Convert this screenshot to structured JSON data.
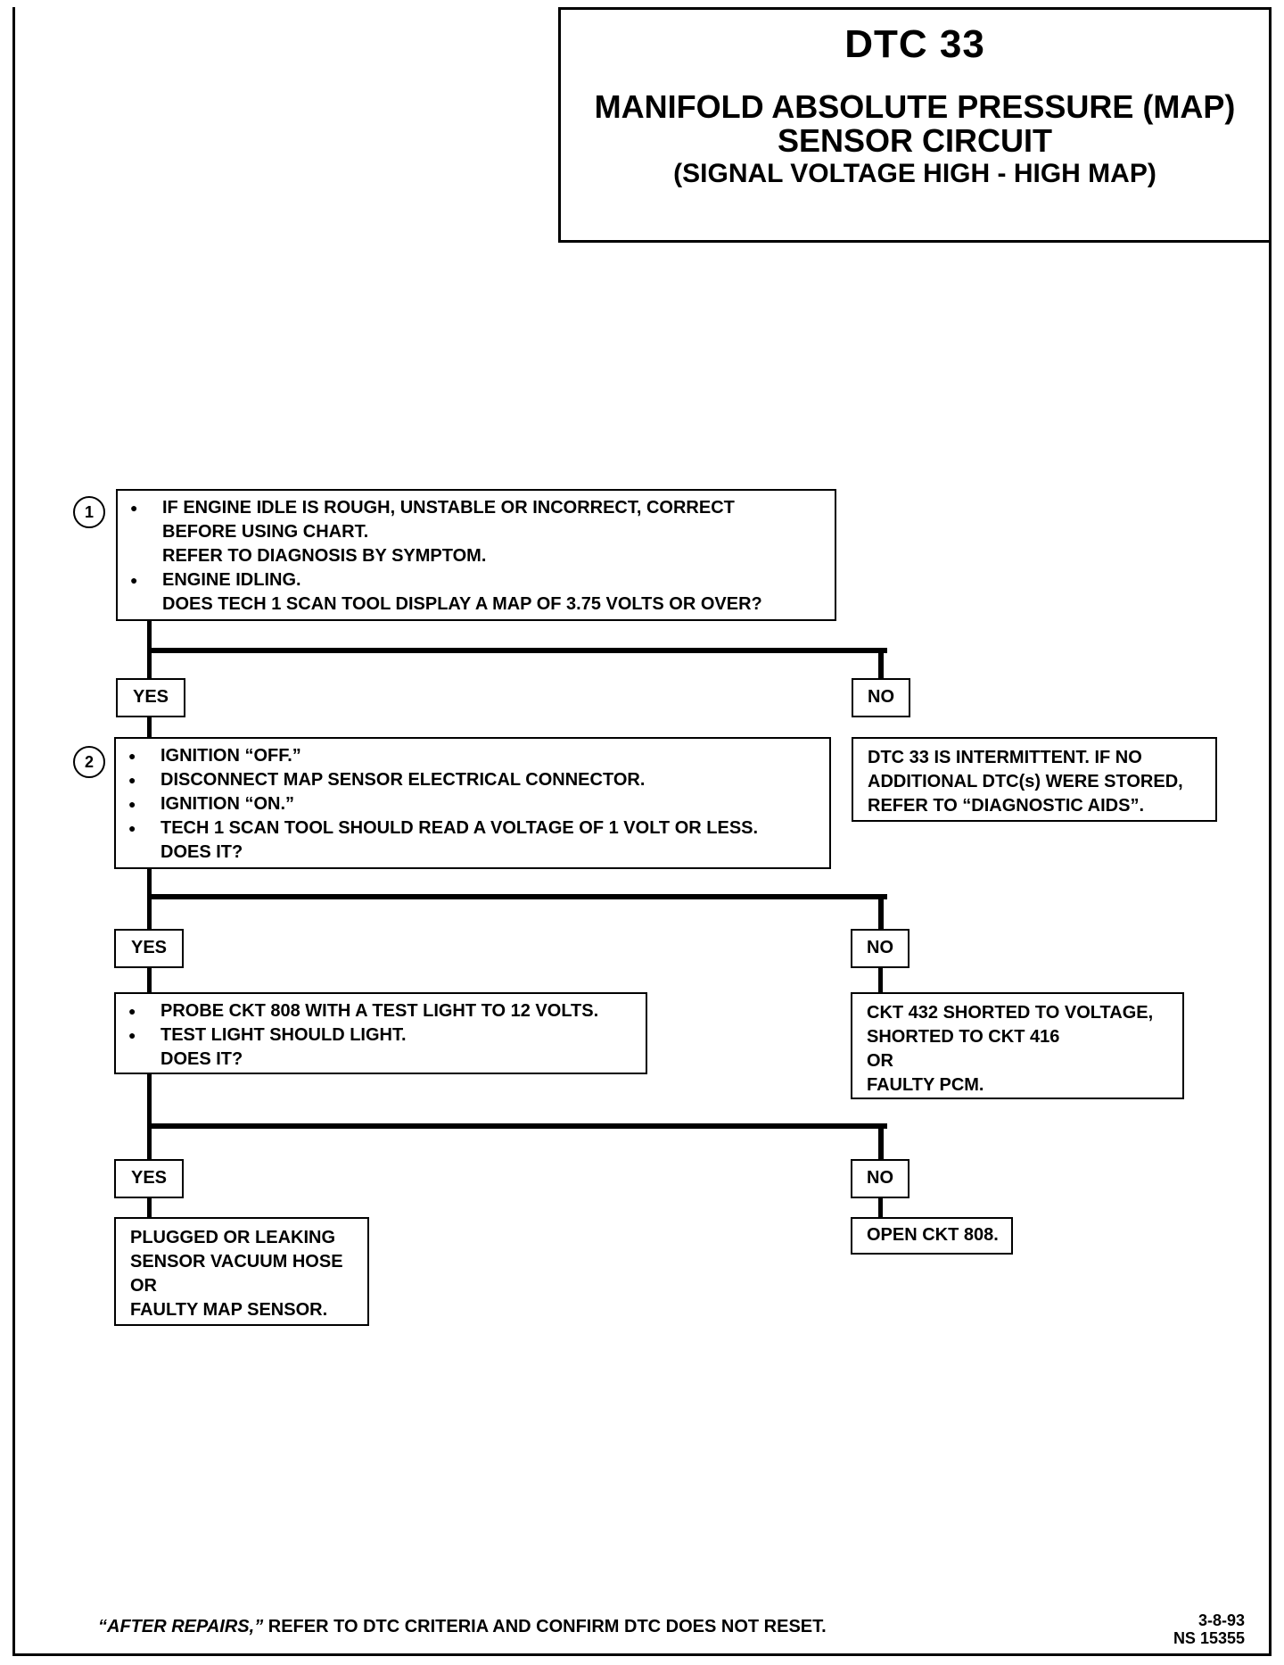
{
  "title": {
    "code": "DTC 33",
    "line1": "MANIFOLD ABSOLUTE PRESSURE (MAP)",
    "line2": "SENSOR CIRCUIT",
    "line3": "(SIGNAL VOLTAGE HIGH - HIGH MAP)"
  },
  "steps": [
    "1",
    "2"
  ],
  "box1": [
    "IF ENGINE IDLE IS ROUGH, UNSTABLE OR INCORRECT, CORRECT",
    "BEFORE USING CHART.",
    "REFER TO DIAGNOSIS BY SYMPTOM.",
    "ENGINE IDLING.",
    "DOES TECH 1 SCAN TOOL DISPLAY A MAP OF 3.75  VOLTS OR OVER?"
  ],
  "box2": [
    "IGNITION “OFF.”",
    "DISCONNECT MAP SENSOR ELECTRICAL CONNECTOR.",
    "IGNITION “ON.”",
    "TECH 1 SCAN TOOL SHOULD READ  A VOLTAGE OF 1 VOLT OR LESS.",
    "DOES IT?"
  ],
  "box2no": [
    "DTC 33 IS INTERMITTENT.  IF NO",
    "ADDITIONAL DTC(s) WERE STORED,",
    "REFER TO “DIAGNOSTIC AIDS”."
  ],
  "box3": [
    "PROBE CKT 808 WITH A TEST LIGHT TO 12 VOLTS.",
    "TEST LIGHT SHOULD LIGHT.",
    "DOES IT?"
  ],
  "box3no": [
    "CKT 432 SHORTED TO VOLTAGE,",
    "SHORTED TO CKT 416",
    "OR",
    "FAULTY PCM."
  ],
  "box4yes": [
    "PLUGGED OR LEAKING",
    "SENSOR VACUUM HOSE",
    "OR",
    "FAULTY MAP SENSOR."
  ],
  "box4no": "OPEN CKT 808.",
  "labels": {
    "yes": "YES",
    "no": "NO"
  },
  "footer": {
    "italic": "“AFTER REPAIRS,”",
    "rest": " REFER TO DTC CRITERIA AND CONFIRM DTC DOES NOT RESET.",
    "date": "3-8-93",
    "ref": "NS 15355"
  }
}
